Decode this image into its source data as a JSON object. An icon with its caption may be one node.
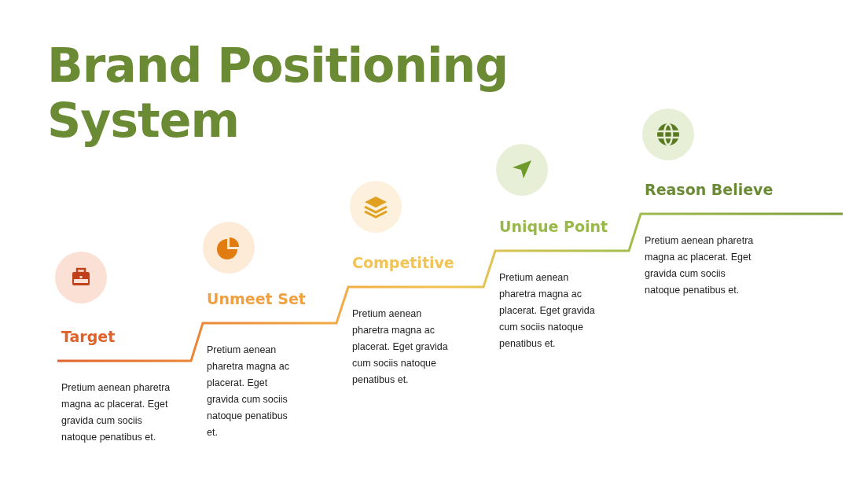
{
  "diagram": {
    "title": "Brand Positioning System",
    "labels": [
      "Target",
      "Pretium aenean pharetra magna ac placerat. Eget gravida cum sociis natoque penatibus et.",
      "Unmeet Set",
      "Pretium aenean pharetra magna ac placerat. Eget gravida cum sociis natoque penatibus et.",
      "Competitive",
      "Pretium aenean pharetra magna ac placerat. Eget gravida cum sociis natoque penatibus et.",
      "Unique Point",
      "Pretium aenean pharetra magna ac placerat. Eget gravida cum sociis natoque penatibus et.",
      "Reason Believe",
      "Pretium aenean pharetra magna ac placerat. Eget gravida cum sociis natoque penatibus et."
    ]
  }
}
